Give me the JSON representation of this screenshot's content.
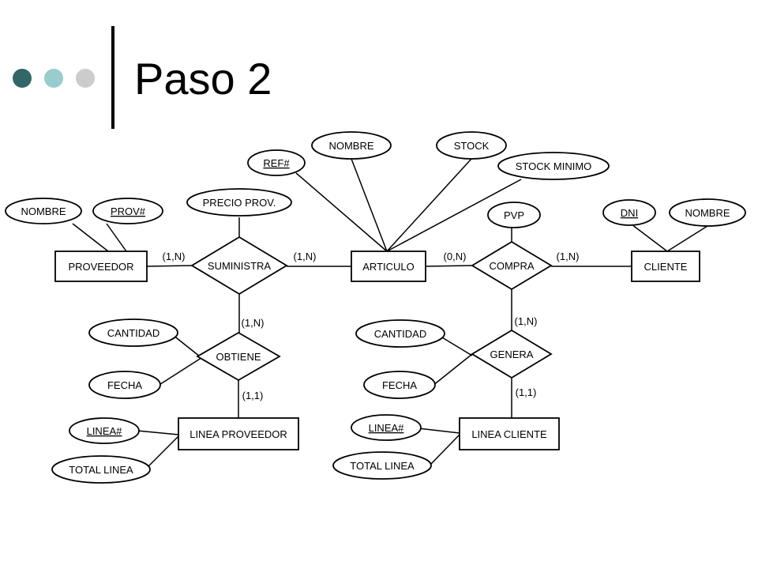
{
  "slide": {
    "title": "Paso 2",
    "bullet_colors": [
      "#336666",
      "#99cccc",
      "#cccccc"
    ],
    "rule_color": "#000000"
  },
  "diagram": {
    "entities": [
      {
        "id": "proveedor",
        "label": "PROVEEDOR"
      },
      {
        "id": "articulo",
        "label": "ARTICULO"
      },
      {
        "id": "cliente",
        "label": "CLIENTE"
      },
      {
        "id": "linea_proveedor",
        "label": "LINEA PROVEEDOR"
      },
      {
        "id": "linea_cliente",
        "label": "LINEA CLIENTE"
      }
    ],
    "relationships": [
      {
        "id": "suministra",
        "label": "SUMINISTRA"
      },
      {
        "id": "compra",
        "label": "COMPRA"
      },
      {
        "id": "obtiene",
        "label": "OBTIENE"
      },
      {
        "id": "genera",
        "label": "GENERA"
      }
    ],
    "attributes": [
      {
        "id": "prov_nombre",
        "label": "NOMBRE",
        "key": false
      },
      {
        "id": "prov_num",
        "label": "PROV#",
        "key": true
      },
      {
        "id": "precio_prov",
        "label": "PRECIO PROV.",
        "key": false
      },
      {
        "id": "ref",
        "label": "REF#",
        "key": true
      },
      {
        "id": "art_nombre",
        "label": "NOMBRE",
        "key": false
      },
      {
        "id": "stock",
        "label": "STOCK",
        "key": false
      },
      {
        "id": "stock_minimo",
        "label": "STOCK MINIMO",
        "key": false
      },
      {
        "id": "pvp",
        "label": "PVP",
        "key": false
      },
      {
        "id": "dni",
        "label": "DNI",
        "key": true
      },
      {
        "id": "cli_nombre",
        "label": "NOMBRE",
        "key": false
      },
      {
        "id": "lp_cantidad",
        "label": "CANTIDAD",
        "key": false
      },
      {
        "id": "lp_fecha",
        "label": "FECHA",
        "key": false
      },
      {
        "id": "lp_linea",
        "label": "LINEA#",
        "key": true
      },
      {
        "id": "lp_total",
        "label": "TOTAL LINEA",
        "key": false
      },
      {
        "id": "lc_cantidad",
        "label": "CANTIDAD",
        "key": false
      },
      {
        "id": "lc_fecha",
        "label": "FECHA",
        "key": false
      },
      {
        "id": "lc_linea",
        "label": "LINEA#",
        "key": true
      },
      {
        "id": "lc_total",
        "label": "TOTAL LINEA",
        "key": false
      }
    ],
    "cardinalities": [
      {
        "id": "prov_sum",
        "label": "(1,N)"
      },
      {
        "id": "art_sum",
        "label": "(1,N)"
      },
      {
        "id": "art_compra",
        "label": "(0,N)"
      },
      {
        "id": "cli_compra",
        "label": "(1,N)"
      },
      {
        "id": "sum_obtiene",
        "label": "(1,N)"
      },
      {
        "id": "lp_obtiene",
        "label": "(1,1)"
      },
      {
        "id": "compra_genera",
        "label": "(1,N)"
      },
      {
        "id": "lc_genera",
        "label": "(1,1)"
      }
    ]
  }
}
